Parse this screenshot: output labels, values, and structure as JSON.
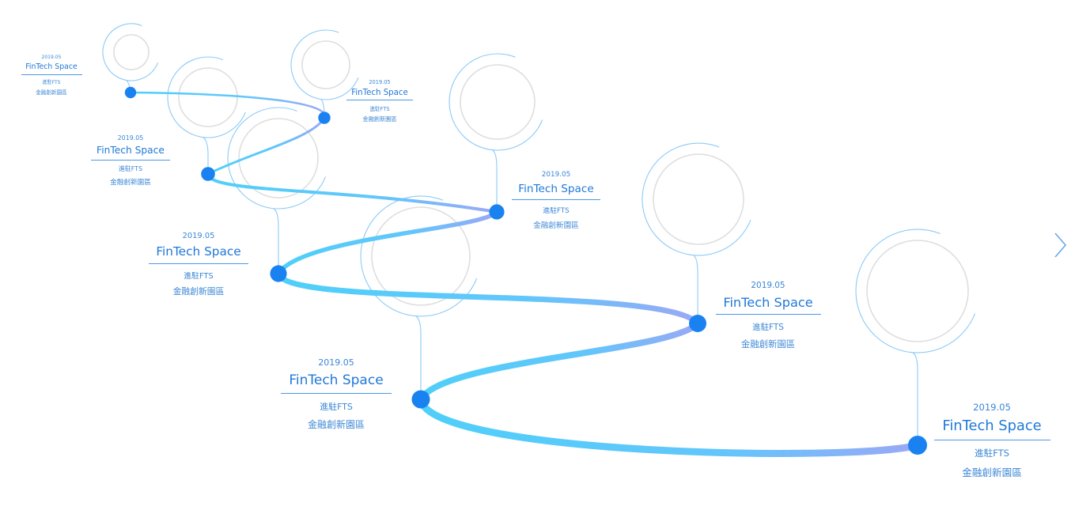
{
  "colors": {
    "accent": "#1a82f0",
    "path_light": "#5cd3fb",
    "path_dark": "#6aa6f6",
    "ring": "#dcdcdc",
    "arc": "#8ccaf7"
  },
  "milestones": [
    {
      "date": "2019.05",
      "title": "FinTech Space",
      "line1": "進駐FTS",
      "line2": "金融創新園區"
    },
    {
      "date": "2019.05",
      "title": "FinTech Space",
      "line1": "進駐FTS",
      "line2": "金融創新園區"
    },
    {
      "date": "2019.05",
      "title": "FinTech Space",
      "line1": "進駐FTS",
      "line2": "金融創新園區"
    },
    {
      "date": "2019.05",
      "title": "FinTech Space",
      "line1": "進駐FTS",
      "line2": "金融創新園區"
    },
    {
      "date": "2019.05",
      "title": "FinTech Space",
      "line1": "進駐FTS",
      "line2": "金融創新園區"
    },
    {
      "date": "2019.05",
      "title": "FinTech Space",
      "line1": "進駐FTS",
      "line2": "金融創新園區"
    },
    {
      "date": "2019.05",
      "title": "FinTech Space",
      "line1": "進駐FTS",
      "line2": "金融創新園區"
    },
    {
      "date": "2019.05",
      "title": "FinTech Space",
      "line1": "進駐FTS",
      "line2": "金融創新園區"
    }
  ],
  "navigation": {
    "next_icon": "chevron-right-icon"
  }
}
